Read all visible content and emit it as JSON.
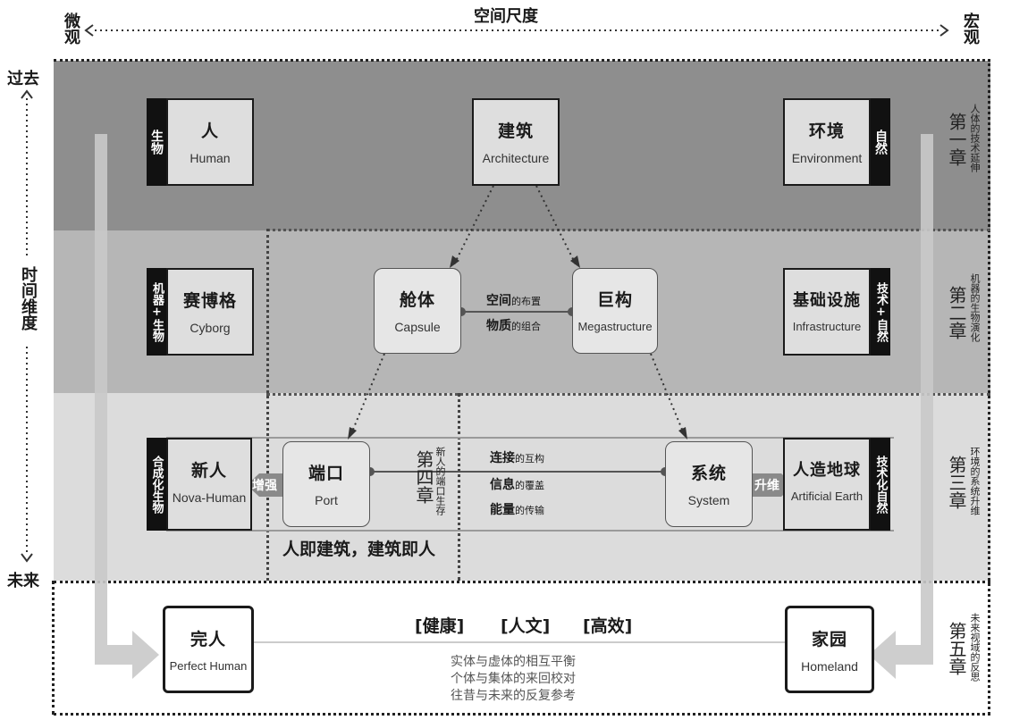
{
  "axes": {
    "space_title": "空间尺度",
    "micro": "微观",
    "macro": "宏观",
    "past": "过去",
    "time_title": "时间维度",
    "future": "未来"
  },
  "chapters": [
    {
      "label": "第一章",
      "sub": "人体的技术延伸"
    },
    {
      "label": "第二章",
      "sub": "机器的生物演化"
    },
    {
      "label": "第三章",
      "sub": "环境的系统升维"
    },
    {
      "label": "第五章",
      "sub": "未来视域的反思"
    }
  ],
  "chapter4": {
    "label": "第四章",
    "sub": "新人的端口生存"
  },
  "nodes": {
    "human": {
      "zh": "人",
      "en": "Human",
      "tag": "生物"
    },
    "architecture": {
      "zh": "建筑",
      "en": "Architecture"
    },
    "environment": {
      "zh": "环境",
      "en": "Environment",
      "tag": "自然"
    },
    "cyborg": {
      "zh": "赛博格",
      "en": "Cyborg",
      "tag": "机器+生物"
    },
    "capsule": {
      "zh": "舱体",
      "en": "Capsule"
    },
    "megastructure": {
      "zh": "巨构",
      "en": "Megastructure"
    },
    "infrastructure": {
      "zh": "基础设施",
      "en": "Infrastructure",
      "tag": "技术+自然"
    },
    "nova_human": {
      "zh": "新人",
      "en": "Nova-Human",
      "tag": "合成化生物"
    },
    "port": {
      "zh": "端口",
      "en": "Port"
    },
    "system": {
      "zh": "系统",
      "en": "System"
    },
    "artificial_earth": {
      "zh": "人造地球",
      "en": "Artificial Earth",
      "tag": "技术化自然"
    },
    "perfect_human": {
      "zh": "完人",
      "en": "Perfect Human"
    },
    "homeland": {
      "zh": "家园",
      "en": "Homeland"
    }
  },
  "links": {
    "capsule_mega": [
      {
        "b": "空间",
        "s": "的布置"
      },
      {
        "b": "物质",
        "s": "的组合"
      }
    ],
    "port_system": [
      {
        "b": "连接",
        "s": "的互构"
      },
      {
        "b": "信息",
        "s": "的覆盖"
      },
      {
        "b": "能量",
        "s": "的传输"
      }
    ],
    "enhance": "增强",
    "upgrade": "升维",
    "motto": "人即建筑，建筑即人"
  },
  "future": {
    "values": [
      "[健康]",
      "[人文]",
      "[高效]"
    ],
    "lines": [
      "实体与虚体的相互平衡",
      "个体与集体的来回校对",
      "往昔与未来的反复参考"
    ]
  }
}
